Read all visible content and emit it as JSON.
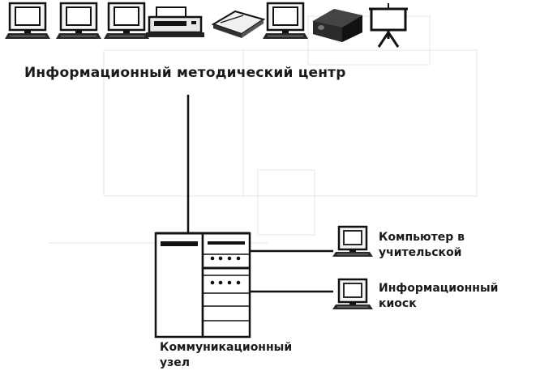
{
  "diagram": {
    "center": {
      "label": "Информационный методический центр"
    },
    "teacher_pc": {
      "label_line1": "Компьютер в",
      "label_line2": "учительской"
    },
    "kiosk": {
      "label_line1": "Информационный",
      "label_line2": "киоск"
    },
    "comm_node": {
      "label_line1": "Коммуникационный",
      "label_line2": "узел"
    },
    "devices": [
      {
        "icon": "computer-icon"
      },
      {
        "icon": "computer-icon"
      },
      {
        "icon": "computer-icon"
      },
      {
        "icon": "printer-icon"
      },
      {
        "icon": "scanner-icon"
      },
      {
        "icon": "computer-icon"
      },
      {
        "icon": "projector-icon"
      },
      {
        "icon": "projection-screen-icon"
      }
    ]
  }
}
